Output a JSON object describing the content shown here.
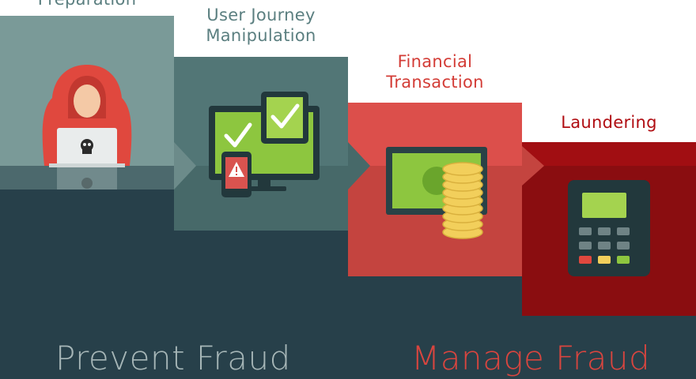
{
  "stages": [
    {
      "label": "Preparation",
      "icon": "hacker-laptop-icon",
      "color": "#7a9a98"
    },
    {
      "label": "User Journey\nManipulation",
      "icon": "devices-checkmark-icon",
      "color": "#4f7171"
    },
    {
      "label": "Financial\nTransaction",
      "icon": "money-coins-icon",
      "color": "#d9534f"
    },
    {
      "label": "Laundering",
      "icon": "payment-terminal-icon",
      "color": "#a10e12"
    }
  ],
  "footer": {
    "prevent": "Prevent Fraud",
    "manage": "Manage Fraud"
  },
  "colors": {
    "background_dark": "#27404a",
    "prevent_text": "#a6b6b7",
    "manage_text": "#d8453f",
    "stage_text_teal": "#5b7f80",
    "stage_text_red": "#d33c36",
    "stage_text_darkred": "#b00d12"
  }
}
